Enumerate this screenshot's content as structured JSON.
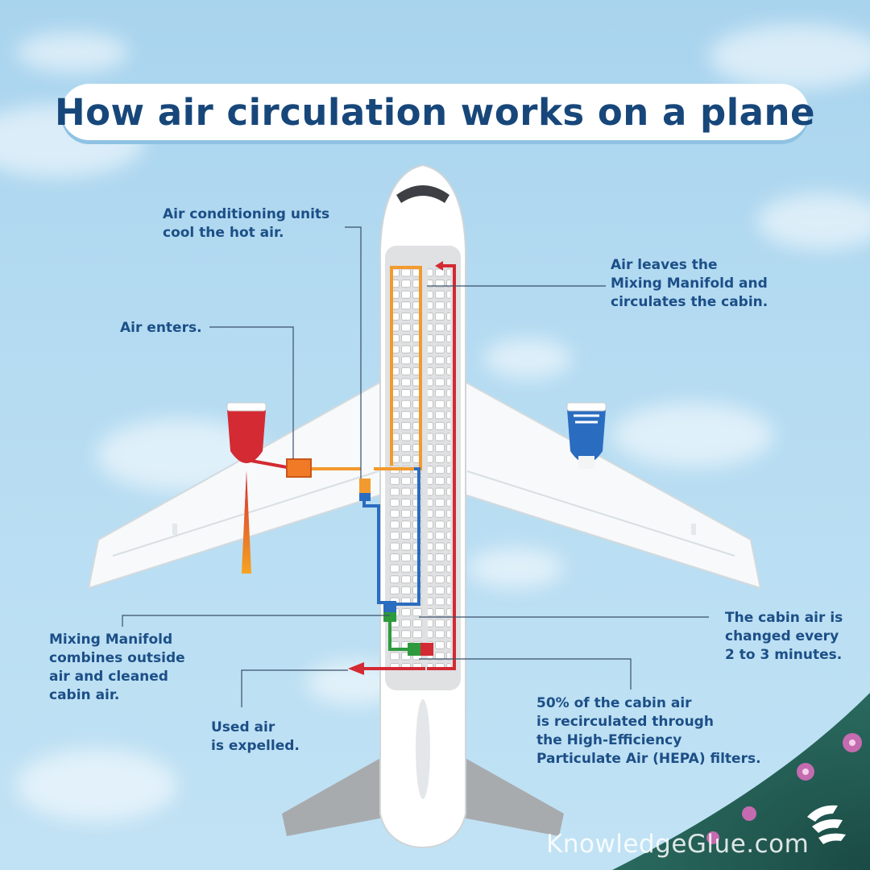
{
  "title": "How air circulation works on a plane",
  "labels": {
    "ac_units": "Air conditioning units\ncool the hot air.",
    "air_enters": "Air enters.",
    "air_leaves": "Air leaves the\nMixing Manifold and\ncirculates the cabin.",
    "mixing_manifold": "Mixing Manifold\ncombines outside\nair and cleaned\ncabin air.",
    "cabin_changed": "The cabin air is\nchanged every\n2 to 3 minutes.",
    "used_air": "Used air\nis expelled.",
    "hepa": "50% of the cabin air\nis recirculated through\nthe High-Efficiency\nParticulate Air (HEPA) filters."
  },
  "watermark": "KnowledgeGlue.com",
  "colors": {
    "sky": "#b3daf1",
    "title_text": "#17477a",
    "label_text": "#1c4f87",
    "hot_air": "#d42a33",
    "conditioned_air": "#f29a2e",
    "cool_air": "#2a6cc0",
    "recirculated_air": "#2e9a3e",
    "plane_body": "#ffffff",
    "tail": "#a6a9ac"
  },
  "icons": [
    "airline-logo-icon"
  ]
}
